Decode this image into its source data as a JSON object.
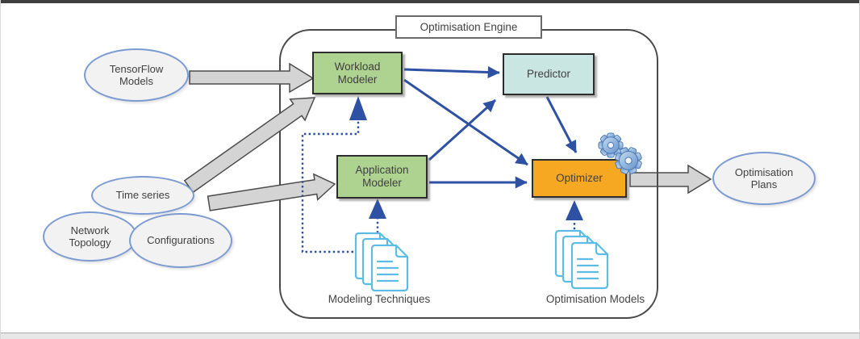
{
  "engine": {
    "title": "Optimisation Engine"
  },
  "inputs": {
    "tensorflow_models": "TensorFlow Models",
    "time_series": "Time series",
    "network_topology": "Network Topology",
    "configurations": "Configurations"
  },
  "components": {
    "workload_modeler": "Workload Modeler",
    "application_modeler": "Application Modeler",
    "predictor": "Predictor",
    "optimizer": "Optimizer"
  },
  "artifacts": {
    "modeling_techniques": "Modeling Techniques",
    "optimisation_models": "Optimisation Models"
  },
  "outputs": {
    "optimisation_plans": "Optimisation Plans"
  },
  "connections": [
    {
      "from": "TensorFlow Models",
      "to": "Workload Modeler",
      "style": "block-gray"
    },
    {
      "from": "Time series / Network Topology / Configurations",
      "to": "Workload Modeler",
      "style": "block-gray"
    },
    {
      "from": "Time series / Network Topology / Configurations",
      "to": "Application Modeler",
      "style": "block-gray"
    },
    {
      "from": "Workload Modeler",
      "to": "Predictor",
      "style": "solid-blue"
    },
    {
      "from": "Workload Modeler",
      "to": "Optimizer",
      "style": "solid-blue"
    },
    {
      "from": "Application Modeler",
      "to": "Predictor",
      "style": "solid-blue"
    },
    {
      "from": "Application Modeler",
      "to": "Optimizer",
      "style": "solid-blue"
    },
    {
      "from": "Predictor",
      "to": "Optimizer",
      "style": "solid-blue"
    },
    {
      "from": "Modeling Techniques",
      "to": "Workload Modeler",
      "style": "dotted-blue"
    },
    {
      "from": "Modeling Techniques",
      "to": "Application Modeler",
      "style": "dotted-blue"
    },
    {
      "from": "Optimisation Models",
      "to": "Optimizer",
      "style": "dotted-blue"
    },
    {
      "from": "Optimizer",
      "to": "Optimisation Plans",
      "style": "block-gray"
    }
  ],
  "colors": {
    "component_green": "#aed28f",
    "predictor_cyan": "#c9e6e3",
    "optimizer_orange": "#f7a823",
    "arrow_blue": "#2e51a3",
    "arrow_gray": "#d4d4d4",
    "ellipse_fill": "#f2f2f3",
    "ellipse_border": "#7b9bd2",
    "engine_border": "#4a4a4a",
    "document_icon_blue": "#5bbde6",
    "gear_icon_blue": "#7fa8d6"
  }
}
